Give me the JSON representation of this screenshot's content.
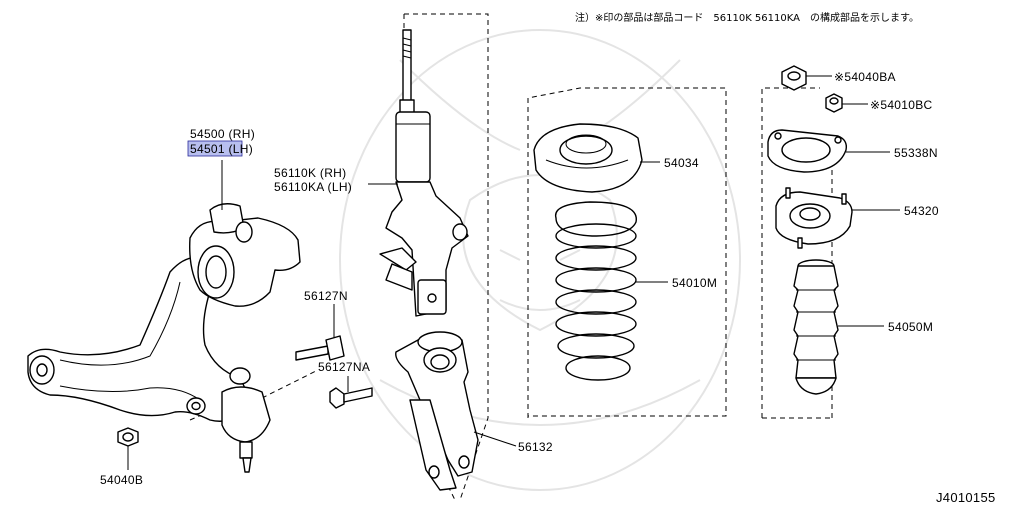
{
  "note": "注）※印の部品は部品コード　56110K 56110KA　の構成部品を示します。",
  "diagram_id": "J4010155",
  "parts": {
    "lower_arm_rh": "54500 (RH)",
    "lower_arm_lh": "54501 (LH)",
    "strut_rh": "56110K (RH)",
    "strut_lh": "56110KA (LH)",
    "seat": "54034",
    "spring": "54010M",
    "nut_a": "※54040BA",
    "nut_c": "※54010BC",
    "insulator": "55338N",
    "mount": "54320",
    "bound_bumper": "54050M",
    "bolt_n": "56127N",
    "bolt_na": "56127NA",
    "knuckle": "56132",
    "nut_b": "54040B"
  },
  "highlight_color": "#b8bfef"
}
